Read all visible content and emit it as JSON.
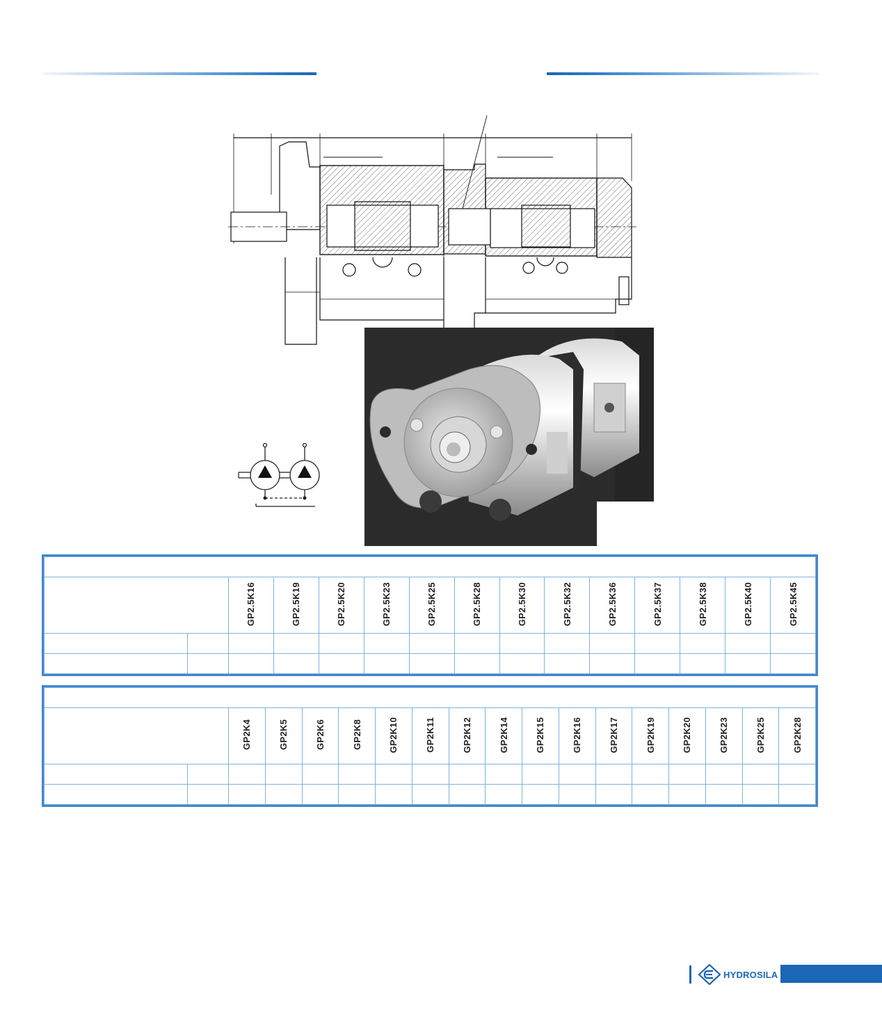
{
  "brand": {
    "name": "HYDROSILA",
    "color": "#1b66b6"
  },
  "accent_color": "#3f88cc",
  "table1": {
    "models": [
      "GP2.5K16",
      "GP2.5K19",
      "GP2.5K20",
      "GP2.5K23",
      "GP2.5K25",
      "GP2.5K28",
      "GP2.5K30",
      "GP2.5K32",
      "GP2.5K36",
      "GP2.5K37",
      "GP2.5K38",
      "GP2.5K40",
      "GP2.5K45"
    ]
  },
  "table2": {
    "models": [
      "GP2K4",
      "GP2K5",
      "GP2K6",
      "GP2K8",
      "GP2K10",
      "GP2K11",
      "GP2K12",
      "GP2K14",
      "GP2K15",
      "GP2K16",
      "GP2K17",
      "GP2K19",
      "GP2K20",
      "GP2K23",
      "GP2K25",
      "GP2K28"
    ]
  }
}
